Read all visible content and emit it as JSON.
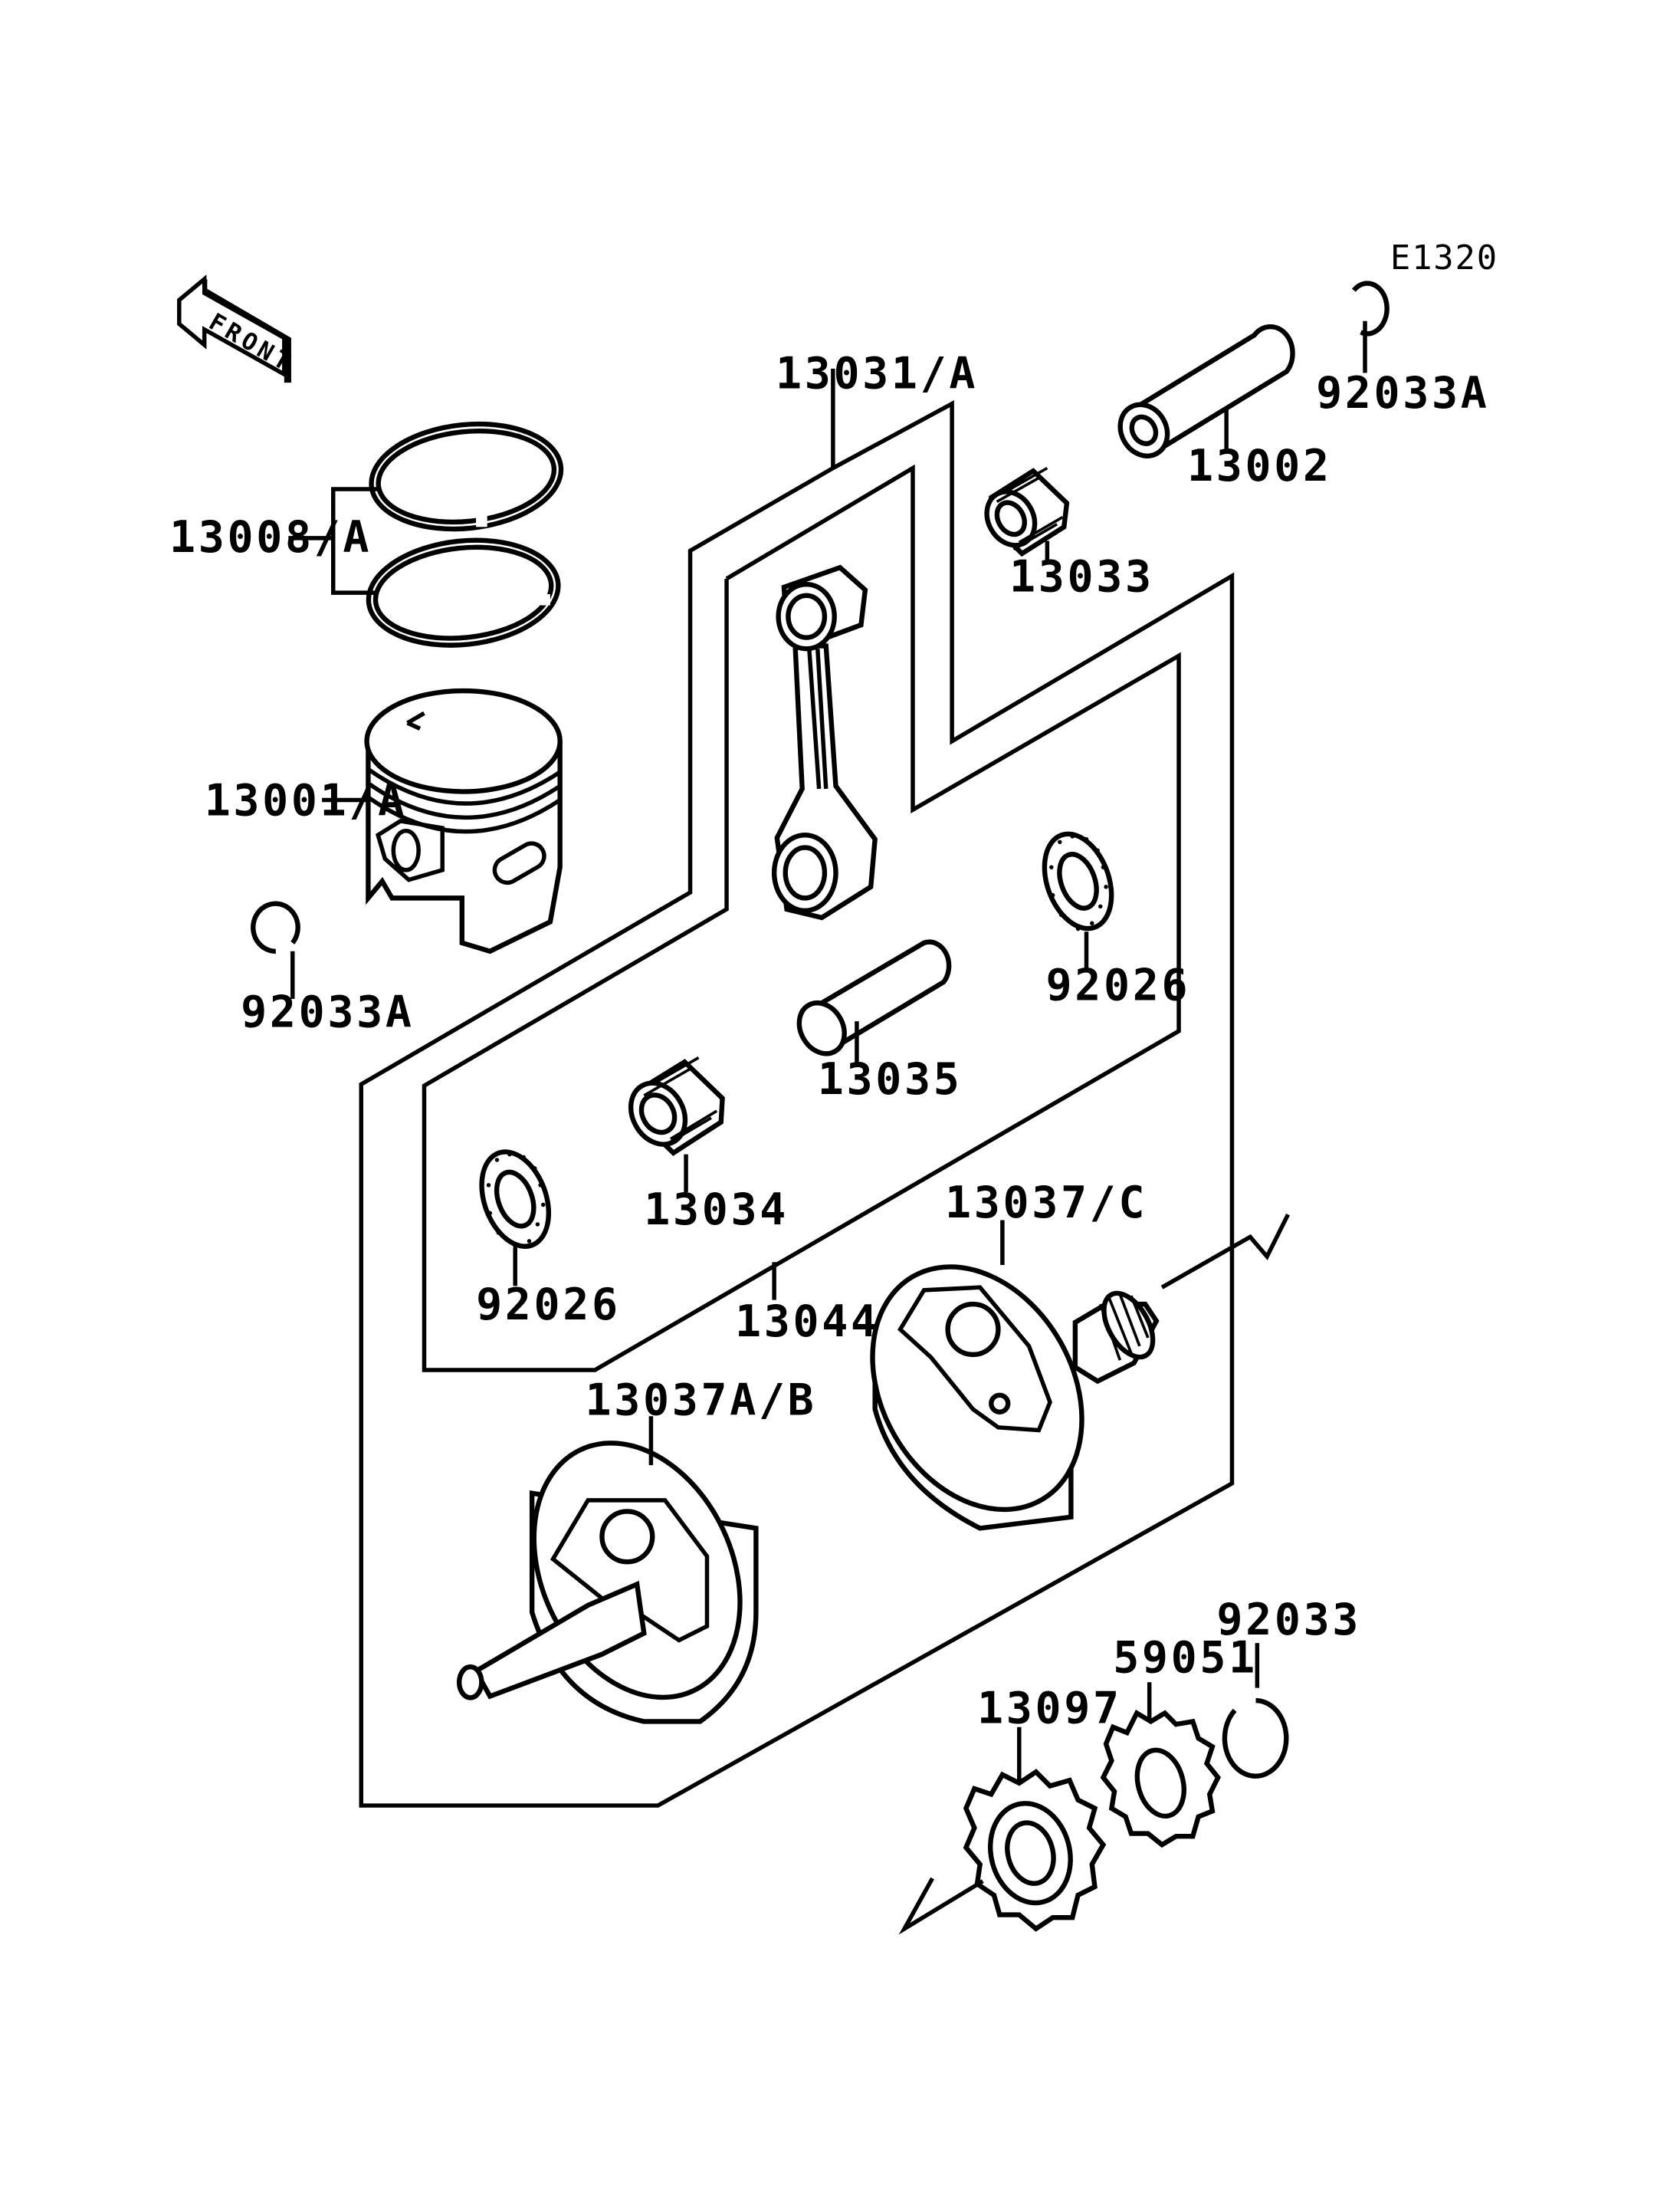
{
  "diagram": {
    "code": "E1320",
    "front_badge": "FRONT",
    "parts": [
      {
        "id": "piston-ring",
        "label": "13008/A"
      },
      {
        "id": "piston",
        "label": "13001/A"
      },
      {
        "id": "circlip-left",
        "label": "92033A"
      },
      {
        "id": "circlip-top-right",
        "label": "92033A"
      },
      {
        "id": "piston-pin",
        "label": "13002"
      },
      {
        "id": "small-end-bearing",
        "label": "13033"
      },
      {
        "id": "connecting-rod-assembly",
        "label": "13031/A"
      },
      {
        "id": "thrust-washer-right",
        "label": "92026"
      },
      {
        "id": "thrust-washer-left",
        "label": "92026"
      },
      {
        "id": "crank-pin",
        "label": "13035"
      },
      {
        "id": "big-end-bearing",
        "label": "13034"
      },
      {
        "id": "crankshaft-sub-assembly",
        "label": "13044"
      },
      {
        "id": "crankshaft-right",
        "label": "13037/C"
      },
      {
        "id": "crankshaft-left",
        "label": "13037A/B"
      },
      {
        "id": "circlip-bottom-right",
        "label": "92033"
      },
      {
        "id": "gear-small",
        "label": "59051"
      },
      {
        "id": "gear-large",
        "label": "13097"
      }
    ]
  }
}
